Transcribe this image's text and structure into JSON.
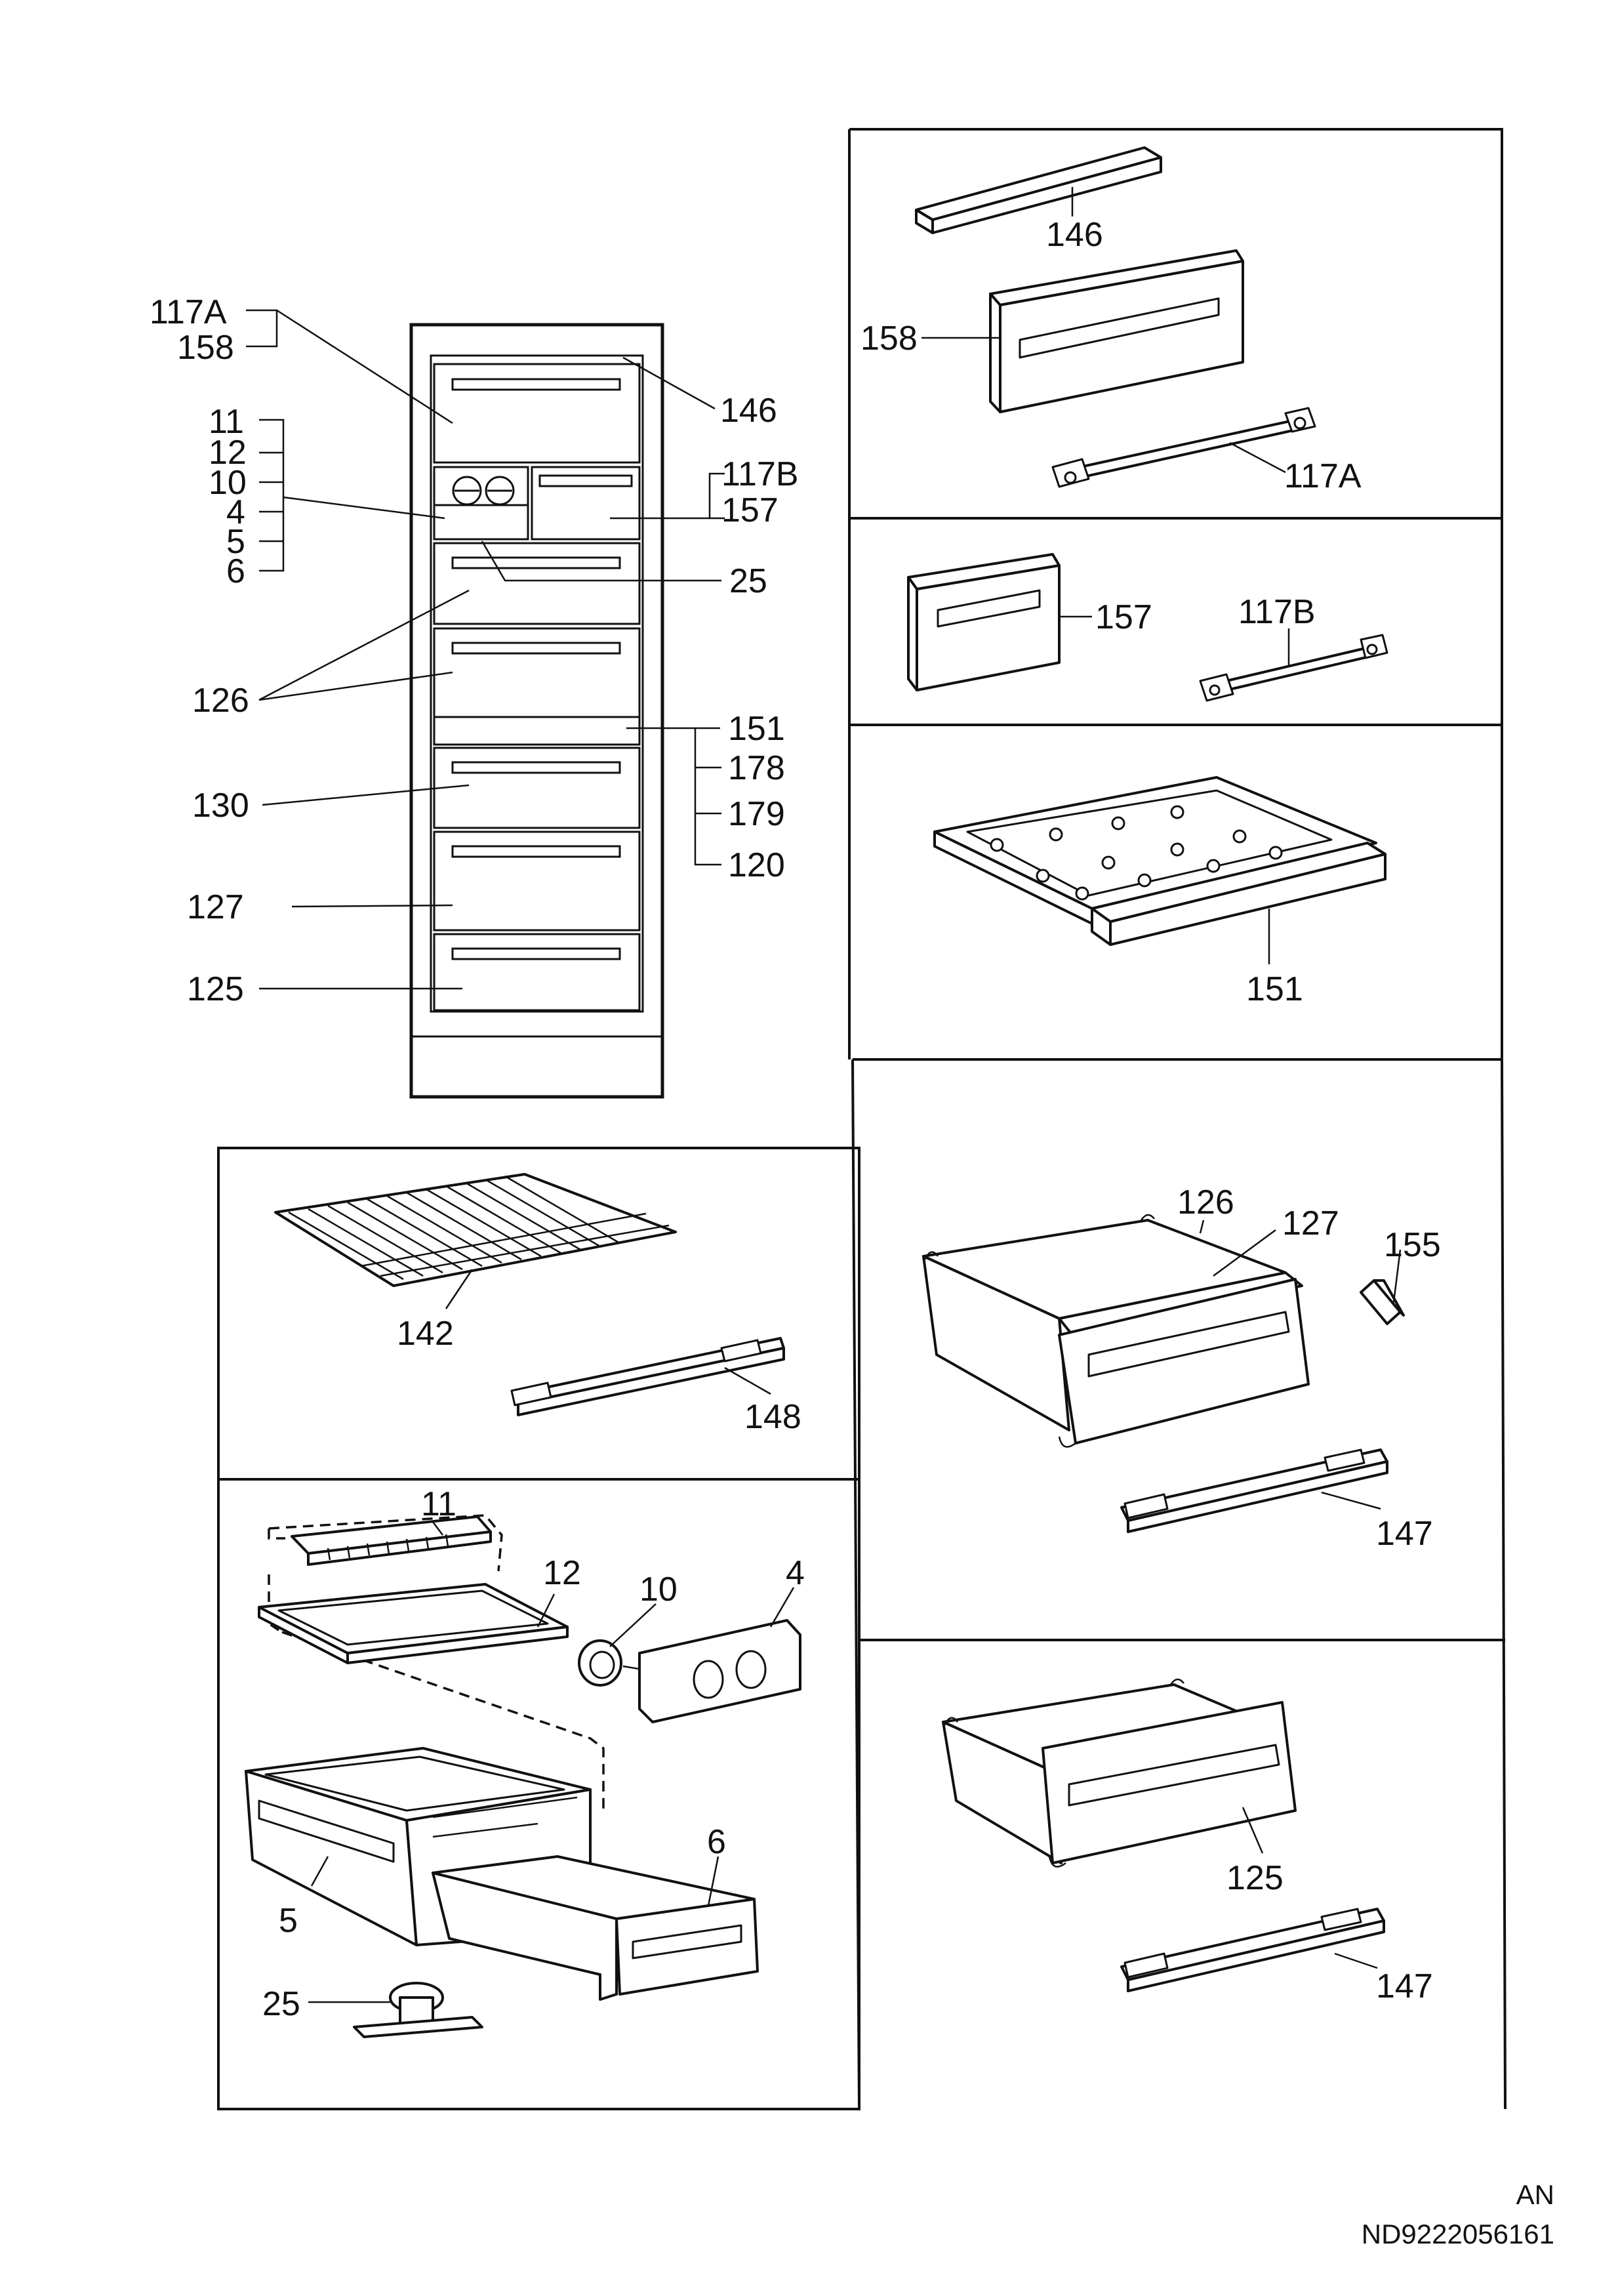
{
  "cabinet_labels": {
    "l117A": "117A",
    "l158": "158",
    "l146": "146",
    "l11": "11",
    "l12": "12",
    "l10": "10",
    "l4": "4",
    "l5": "5",
    "l6": "6",
    "l117B": "117B",
    "l157": "157",
    "l25": "25",
    "l126": "126",
    "l151": "151",
    "l178": "178",
    "l179": "179",
    "l120": "120",
    "l130": "130",
    "l127": "127",
    "l125": "125"
  },
  "panel_labels": {
    "p146": "146",
    "p158": "158",
    "p117A": "117A",
    "p157": "157",
    "p117B": "117B",
    "p151": "151",
    "p126": "126",
    "p127": "127",
    "p155": "155",
    "p147a": "147",
    "p142": "142",
    "p148": "148",
    "p11": "11",
    "p12": "12",
    "p10": "10",
    "p4": "4",
    "p6": "6",
    "p5": "5",
    "p25": "25",
    "p125": "125",
    "p147b": "147"
  },
  "footer": {
    "code": "AN",
    "ref": "ND9222056161"
  }
}
